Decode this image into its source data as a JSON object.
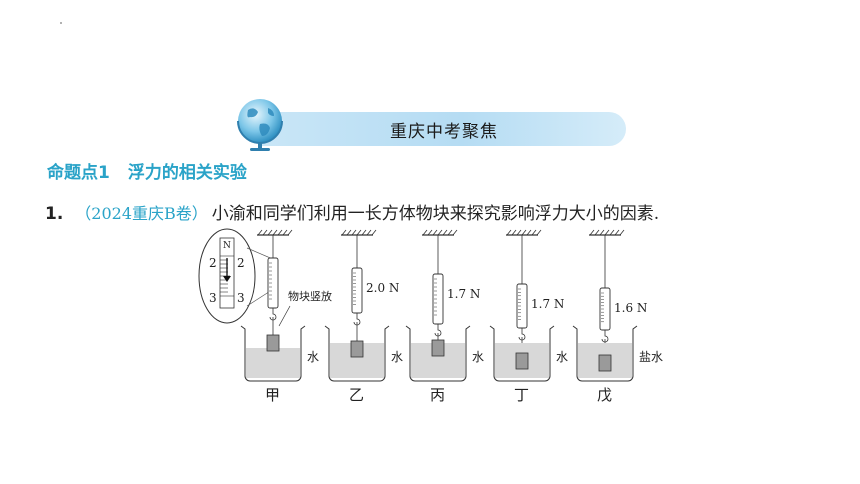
{
  "banner": {
    "title": "重庆中考聚焦"
  },
  "topic": {
    "label": "命题点1",
    "title": "浮力的相关实验"
  },
  "question": {
    "number": "1.",
    "source": "（2024重庆B卷）",
    "text": "小渝和同学们利用一长方体物块来探究影响浮力大小的因素."
  },
  "figure": {
    "zoom_scale": {
      "n_label": "N",
      "mark_2": "2",
      "mark_3": "3"
    },
    "callout_label": "物块竖放",
    "setups": [
      {
        "name": "甲",
        "reading": "",
        "liquid": "水"
      },
      {
        "name": "乙",
        "reading": "2.0 N",
        "liquid": "水"
      },
      {
        "name": "丙",
        "reading": "1.7 N",
        "liquid": "水"
      },
      {
        "name": "丁",
        "reading": "1.7 N",
        "liquid": "水"
      },
      {
        "name": "戊",
        "reading": "1.6 N",
        "liquid": "盐水"
      }
    ]
  }
}
